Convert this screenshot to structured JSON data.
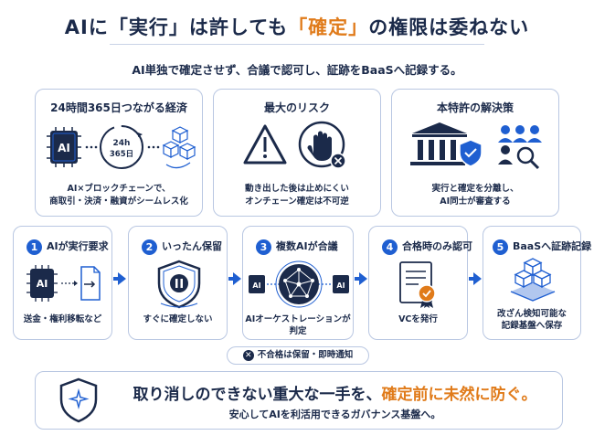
{
  "header": {
    "title_pre": "AIに「実行」は許しても",
    "title_highlight": "「確定」",
    "title_post": "の権限は委ねない",
    "subtitle": "AI単独で確定させず、合議で認可し、証跡をBaaSへ記録する。"
  },
  "panels": [
    {
      "title": "24時間365日つながる経済",
      "line1": "AI×ブロックチェーンで、",
      "line2": "商取引・決済・融資がシームレス化",
      "badge_line1": "24h",
      "badge_line2": "365日",
      "chip": "AI"
    },
    {
      "title": "最大のリスク",
      "line1": "動き出した後は止めにくい",
      "line2": "オンチェーン確定は不可逆"
    },
    {
      "title": "本特許の解決策",
      "line1": "実行と確定を分離し、",
      "line2": "AI同士が審査する"
    }
  ],
  "steps": [
    {
      "num": "1",
      "title": "AIが実行要求",
      "label1": "送金・権利移転など",
      "label2": "",
      "chip": "AI"
    },
    {
      "num": "2",
      "title": "いったん保留",
      "label1": "すぐに確定しない",
      "label2": ""
    },
    {
      "num": "3",
      "title": "複数AIが合議",
      "label1": "AIオーケストレーションが判定",
      "label2": "",
      "chip_left": "AI",
      "chip_right": "AI"
    },
    {
      "num": "4",
      "title": "合格時のみ認可",
      "label1": "VCを発行",
      "label2": ""
    },
    {
      "num": "5",
      "title": "BaaSへ証跡記録",
      "label1": "改ざん検知可能な",
      "label2": "記録基盤へ保存"
    }
  ],
  "fail_note": "不合格は保留・即時通知",
  "bottom": {
    "main_pre": "取り消しのできない重大な一手を、",
    "main_highlight": "確定前に未然に防ぐ。",
    "sub": "安心してAIを利活用できるガバナンス基盤へ。"
  },
  "colors": {
    "navy": "#1b2a4a",
    "accent_blue": "#1f5fd1",
    "orange": "#e07b1a",
    "border": "#b9c7e2"
  }
}
